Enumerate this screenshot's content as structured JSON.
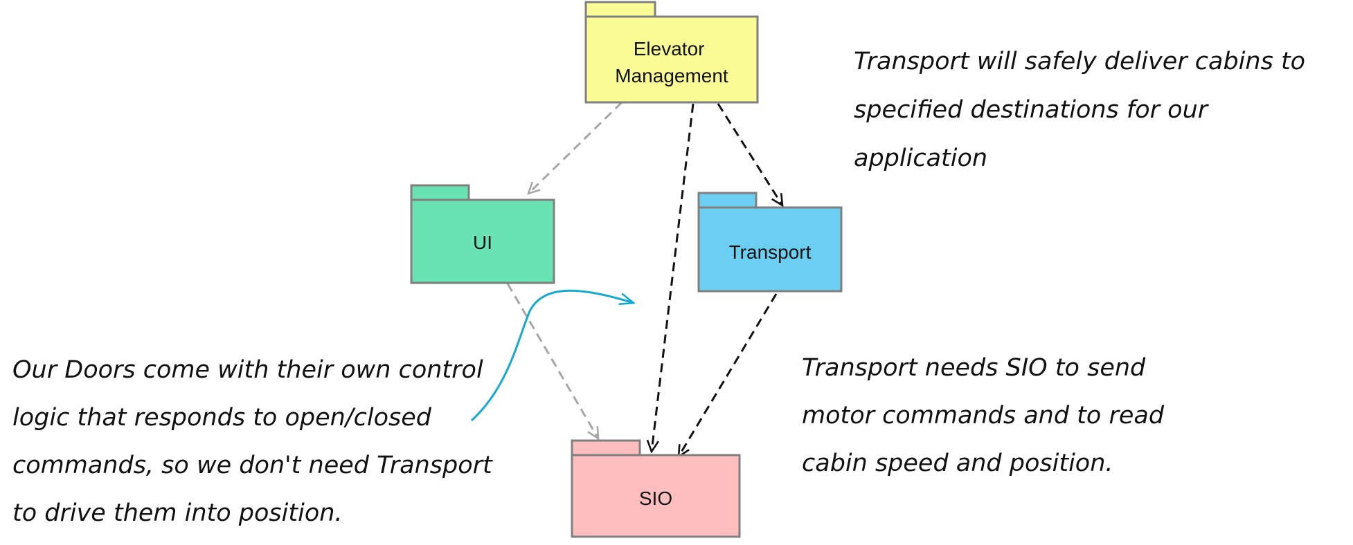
{
  "diagram": {
    "packages": [
      {
        "id": "elevator-management",
        "label_lines": [
          "Elevator",
          "Management"
        ],
        "color": "#fafd96"
      },
      {
        "id": "ui",
        "label_lines": [
          "UI"
        ],
        "color": "#69e2b4"
      },
      {
        "id": "transport",
        "label_lines": [
          "Transport"
        ],
        "color": "#6ccff2"
      },
      {
        "id": "sio",
        "label_lines": [
          "SIO"
        ],
        "color": "#fdbebf"
      }
    ],
    "dependencies": [
      {
        "from": "elevator-management",
        "to": "ui",
        "style": "grey-dashed"
      },
      {
        "from": "elevator-management",
        "to": "sio",
        "style": "black-dashed"
      },
      {
        "from": "elevator-management",
        "to": "transport",
        "style": "black-dashed"
      },
      {
        "from": "transport",
        "to": "sio",
        "style": "black-dashed"
      },
      {
        "from": "ui",
        "to": "sio",
        "style": "grey-dashed"
      }
    ],
    "notes": {
      "transport_purpose": [
        "Transport will safely deliver cabins to",
        "specified destinations for our",
        "application"
      ],
      "transport_needs_sio": [
        "Transport needs SIO to send",
        "motor commands and to read",
        "cabin speed and position."
      ],
      "doors": [
        "Our Doors come with their own control",
        "logic that responds to open/closed",
        "commands, so we don't need Transport",
        "to drive them into position."
      ]
    },
    "colors": {
      "outline": "#7f7f7f",
      "grey_dependency": "#a6a6a6",
      "black_dependency": "#111111",
      "annotation_arrow": "#17a8cf"
    }
  }
}
